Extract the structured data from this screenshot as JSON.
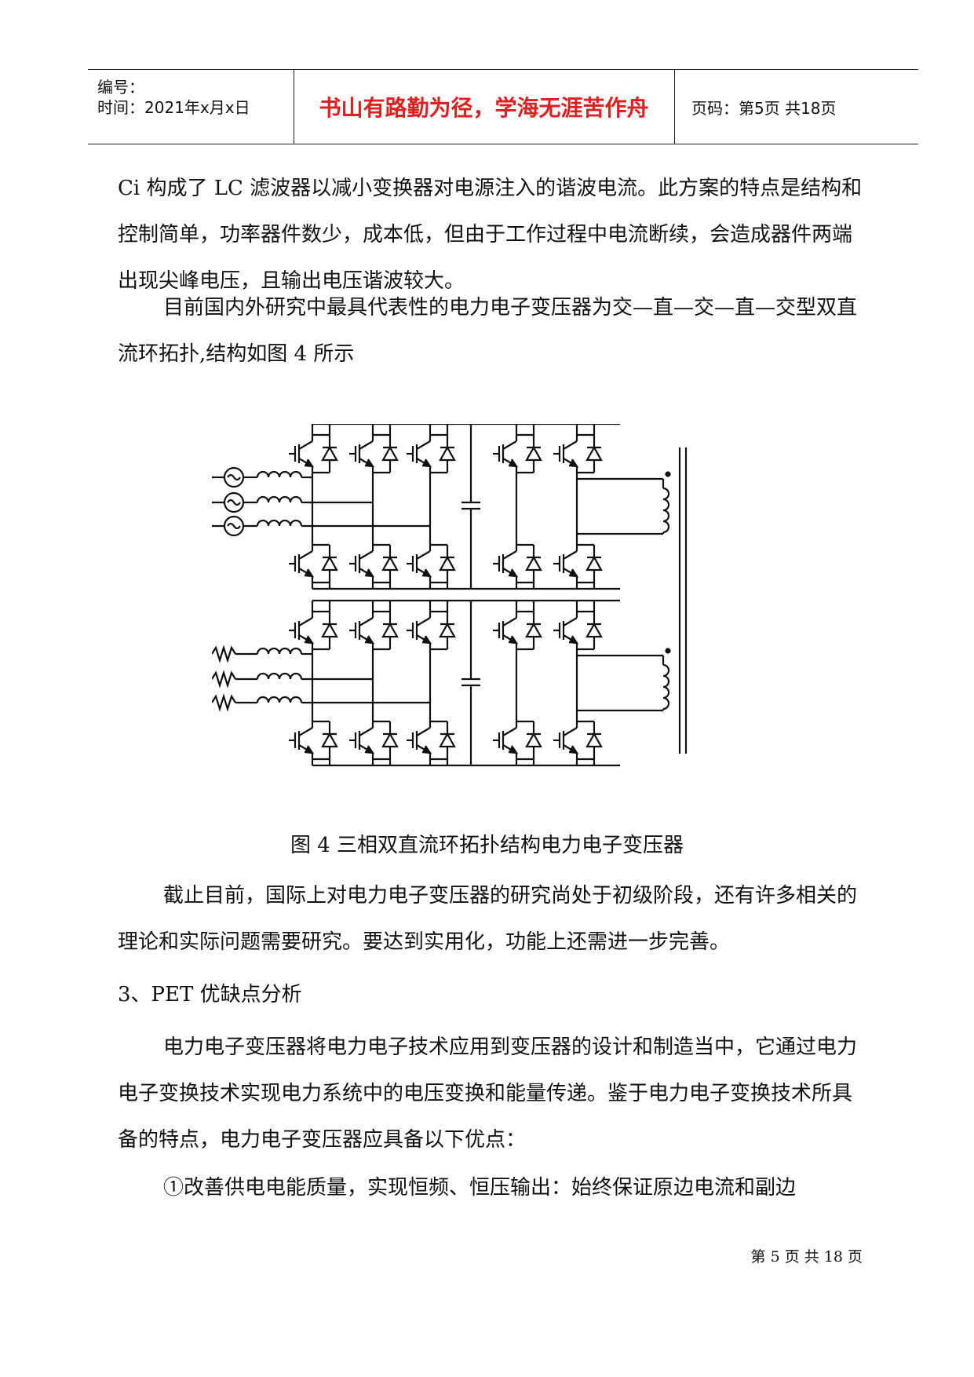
{
  "header": {
    "number_label": "编号：",
    "time_label": "时间：2021年x月x日",
    "motto": "书山有路勤为径，学海无涯苦作舟",
    "page_info": "页码：第5页  共18页"
  },
  "body": {
    "p1": "Ci 构成了 LC 滤波器以减小变换器对电源注入的谐波电流。此方案的特点是结构和控制简单，功率器件数少，成本低，但由于工作过程中电流断续，会造成器件两端出现尖峰电压，且输出电压谐波较大。",
    "p2": "目前国内外研究中最具代表性的电力电子变压器为交—直—交—直—交型双直流环拓扑,结构如图 4 所示",
    "figure_caption": "图 4 三相双直流环拓扑结构电力电子变压器",
    "p3": "截止目前，国际上对电力电子变压器的研究尚处于初级阶段，还有许多相关的理论和实际问题需要研究。要达到实用化，功能上还需进一步完善。",
    "heading": "3、PET 优缺点分析",
    "p4": "电力电子变压器将电力电子技术应用到变压器的设计和制造当中，它通过电力电子变换技术实现电力系统中的电压变换和能量传递。鉴于电力电子变换技术所具备的特点，电力电子变压器应具备以下优点：",
    "p5": "①改善供电电能质量，实现恒频、恒压输出：始终保证原边电流和副边"
  },
  "footer": {
    "page": "第 5 页 共 18 页"
  }
}
